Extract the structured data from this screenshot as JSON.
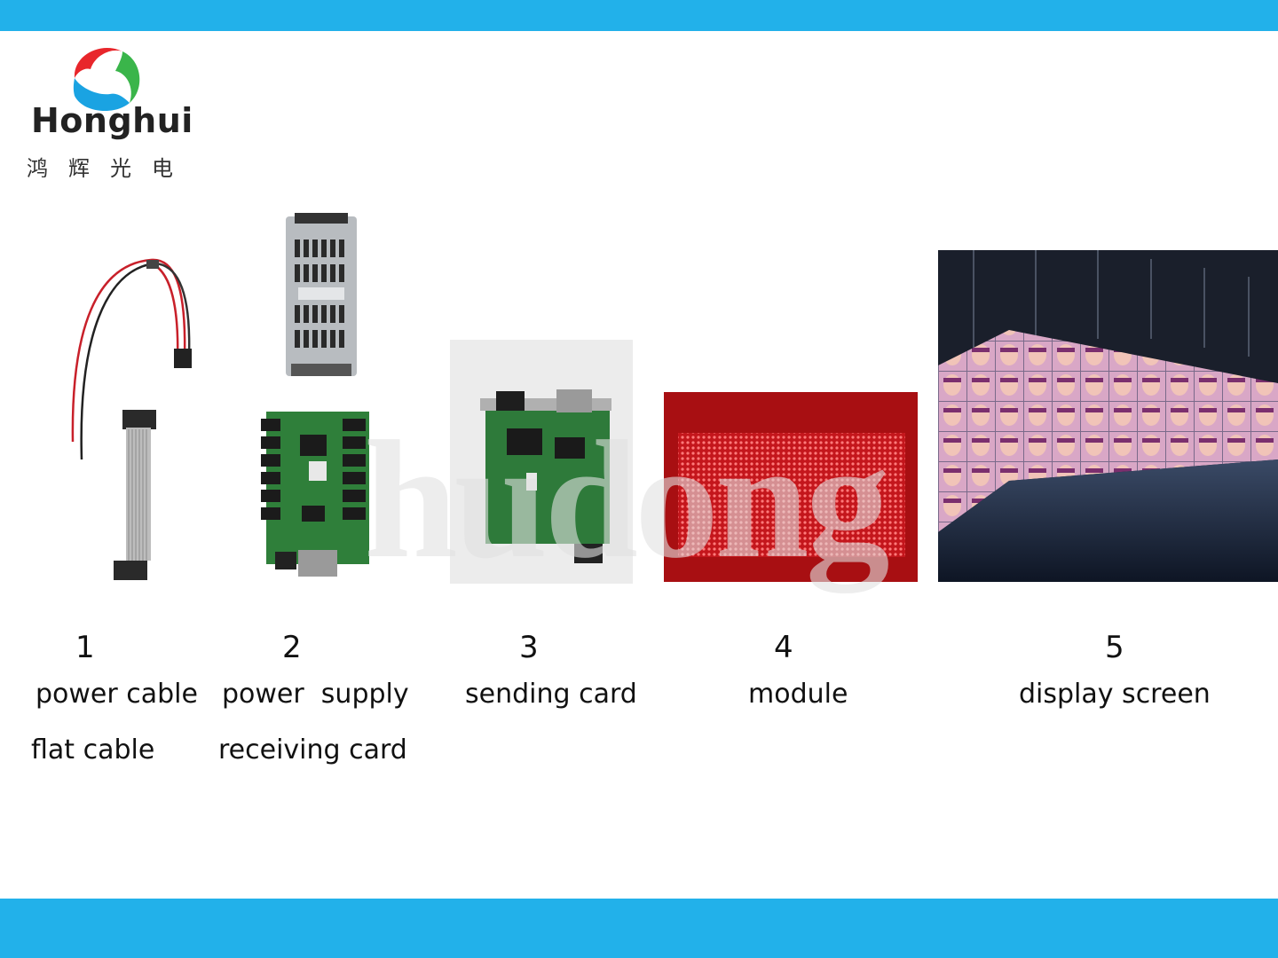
{
  "header": {
    "bar_color": "#22b1ea"
  },
  "logo": {
    "name": "Honghui",
    "subtitle": "鸿辉光电",
    "colors": {
      "red": "#e8262b",
      "green": "#3ab54a",
      "blue": "#1aa3e2"
    }
  },
  "watermark": {
    "text": "hudong"
  },
  "items": [
    {
      "number": "1",
      "labels": [
        "power cable",
        "flat cable"
      ]
    },
    {
      "number": "2",
      "labels": [
        "power  supply",
        "receiving card"
      ]
    },
    {
      "number": "3",
      "labels": [
        "sending card"
      ]
    },
    {
      "number": "4",
      "labels": [
        "module"
      ]
    },
    {
      "number": "5",
      "labels": [
        "display screen"
      ]
    }
  ],
  "footer": {
    "bar_color": "#22b1ea"
  }
}
